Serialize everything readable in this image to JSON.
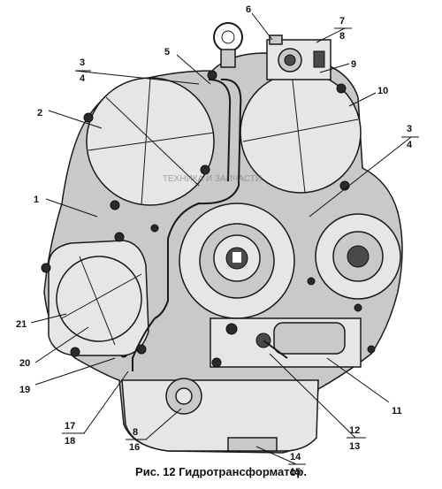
{
  "caption": "Рис. 12 Гидротрансформатор.",
  "watermark": "ТЕХНИКА И ЗАПЧАСТИ",
  "labels": {
    "l1": "1",
    "l2": "2",
    "l3a": "3",
    "l4a": "4",
    "l5": "5",
    "l6": "6",
    "l7": "7",
    "l8a": "8",
    "l9": "9",
    "l10": "10",
    "l3b": "3",
    "l4b": "4",
    "l11": "11",
    "l12": "12",
    "l13": "13",
    "l14": "14",
    "l15": "15",
    "l8b": "8",
    "l16": "16",
    "l17": "17",
    "l18": "18",
    "l19": "19",
    "l20": "20",
    "l21": "21"
  }
}
